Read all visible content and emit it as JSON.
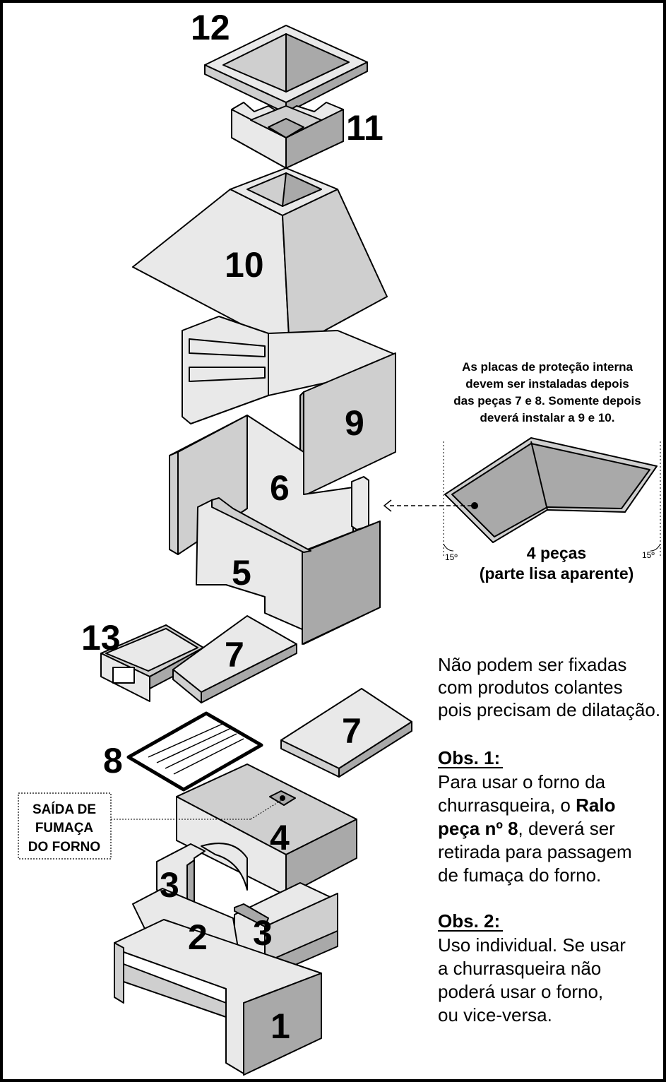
{
  "colors": {
    "light_face": "#e9e9e9",
    "mid_face": "#cfcfcf",
    "dark_face": "#a9a9a9",
    "outline": "#000000"
  },
  "pieces": {
    "p1": "1",
    "p2": "2",
    "p3a": "3",
    "p3b": "3",
    "p4": "4",
    "p5": "5",
    "p6": "6",
    "p7a": "7",
    "p7b": "7",
    "p8": "8",
    "p9": "9",
    "p10": "10",
    "p11": "11",
    "p12": "12",
    "p13": "13"
  },
  "smoke_label": [
    "SAÍDA DE",
    "FUMAÇA",
    "DO FORNO"
  ],
  "plates_note": [
    "As placas de proteção interna",
    "devem ser instaladas depois",
    "das peças 7 e 8. Somente depois",
    "deverá instalar a 9 e 10."
  ],
  "plates_count": "4 peças",
  "plates_sub": "(parte lisa aparente)",
  "angle_left": "15º",
  "angle_right": "15º",
  "fix_note": [
    "Não podem ser fixadas",
    "com produtos colantes",
    "pois precisam de dilatação."
  ],
  "obs1": {
    "title": "Obs. 1:",
    "line1": "Para usar o forno da",
    "line2_pre": "churrasqueira, o ",
    "line2_bold": "Ralo",
    "line3_bold": "peça nº 8",
    "line3_post": ", deverá ser",
    "line4": "retirada para passagem",
    "line5": "de fumaça do forno."
  },
  "obs2": {
    "title": "Obs. 2:",
    "lines": [
      "Uso individual. Se usar",
      "a churrasqueira não",
      "poderá usar o forno,",
      "ou vice-versa."
    ]
  }
}
